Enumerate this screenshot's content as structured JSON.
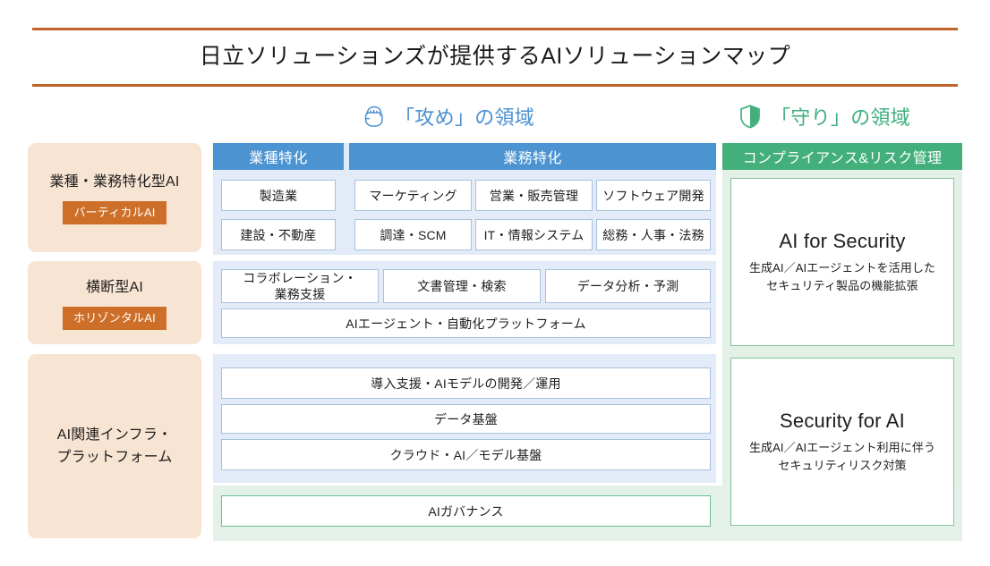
{
  "title": "日立ソリューションズが提供するAIソリューションマップ",
  "colors": {
    "title_rule": "#c0652a",
    "offense_accent": "#4a90cf",
    "defense_accent": "#3fae7f",
    "header_blue": "#4b93d1",
    "header_green": "#43b07c",
    "sidebar_bg": "#f8e4d2",
    "badge_orange": "#cd6f28",
    "band_blue": "#e2ebf7",
    "band_green": "#e2f0e6"
  },
  "domains": {
    "offense": {
      "label": "「攻め」の領域",
      "icon": "fist-icon"
    },
    "defense": {
      "label": "「守り」の領域",
      "icon": "shield-icon"
    }
  },
  "sidebar": {
    "items": [
      {
        "title": "業種・業務特化型AI",
        "badge": "バーティカルAI"
      },
      {
        "title": "横断型AI",
        "badge": "ホリゾンタルAI"
      },
      {
        "title": "AI関連インフラ・\nプラットフォーム",
        "badge": ""
      }
    ]
  },
  "columns": {
    "vertical": "業種特化",
    "function": "業務特化",
    "compliance": "コンプライアンス&リスク管理"
  },
  "rows": {
    "vertical_cards": [
      "製造業",
      "建設・不動産"
    ],
    "function_cards": [
      "マーケティング",
      "営業・販売管理",
      "ソフトウェア開発",
      "調達・SCM",
      "IT・情報システム",
      "総務・人事・法務"
    ],
    "horizontal_cards": [
      "コラボレーション・\n業務支援",
      "文書管理・検索",
      "データ分析・予測"
    ],
    "agent_platform": "AIエージェント・自動化プラットフォーム",
    "infra_cards": [
      "導入支援・AIモデルの開発／運用",
      "データ基盤",
      "クラウド・AI／モデル基盤"
    ],
    "governance": "AIガバナンス"
  },
  "security": [
    {
      "title": "AI for Security",
      "subtitle": "生成AI／AIエージェントを活用した\nセキュリティ製品の機能拡張"
    },
    {
      "title": "Security for AI",
      "subtitle": "生成AI／AIエージェント利用に伴う\nセキュリティリスク対策"
    }
  ]
}
